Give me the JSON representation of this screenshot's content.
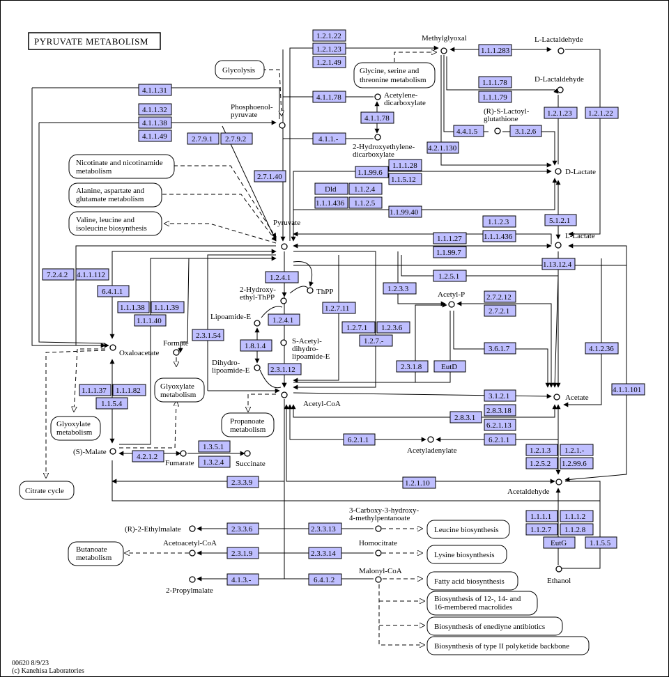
{
  "title": "PYRUVATE METABOLISM",
  "footer": {
    "line1": "00620 8/9/23",
    "line2": "(c) Kanehisa Laboratories"
  },
  "enzymes": {
    "e_1_2_1_22": "1.2.1.22",
    "e_1_2_1_23": "1.2.1.23",
    "e_1_2_1_49": "1.2.1.49",
    "e_1_1_1_283": "1.1.1.283",
    "e_1_1_1_78a": "1.1.1.78",
    "e_1_1_1_79": "1.1.1.79",
    "e_4_1_1_31": "4.1.1.31",
    "e_4_1_1_32": "4.1.1.32",
    "e_4_1_1_38": "4.1.1.38",
    "e_4_1_1_49": "4.1.1.49",
    "e_4_1_1_78a": "4.1.1.78",
    "e_4_1_1_78b": "4.1.1.78",
    "e_4_1_1_dash": "4.1.1.-",
    "e_2_7_9_1": "2.7.9.1",
    "e_2_7_9_2": "2.7.9.2",
    "e_2_7_1_40": "2.7.1.40",
    "e_4_2_1_130": "4.2.1.130",
    "e_4_4_1_5": "4.4.1.5",
    "e_3_1_2_6": "3.1.2.6",
    "e_1_2_1_23b": "1.2.1.23",
    "e_1_2_1_22b": "1.2.1.22",
    "e_1_1_1_28": "1.1.1.28",
    "e_1_1_99_6": "1.1.99.6",
    "e_1_1_5_12": "1.1.5.12",
    "e_dld": "Dld",
    "e_1_1_2_4": "1.1.2.4",
    "e_1_1_1_436a": "1.1.1.436",
    "e_1_1_2_5": "1.1.2.5",
    "e_1_1_99_40": "1.1.99.40",
    "e_1_1_2_3": "1.1.2.3",
    "e_1_1_1_436b": "1.1.1.436",
    "e_5_1_2_1": "5.1.2.1",
    "e_1_1_1_27": "1.1.1.27",
    "e_1_1_99_7": "1.1.99.7",
    "e_1_13_12_4": "1.13.12.4",
    "e_1_2_5_1": "1.2.5.1",
    "e_7_2_4_2": "7.2.4.2",
    "e_4_1_1_112": "4.1.1.112",
    "e_6_4_1_1": "6.4.1.1",
    "e_1_1_1_38": "1.1.1.38",
    "e_1_1_1_39": "1.1.1.39",
    "e_1_1_1_40": "1.1.1.40",
    "e_1_2_4_1a": "1.2.4.1",
    "e_1_2_4_1b": "1.2.4.1",
    "e_1_8_1_4": "1.8.1.4",
    "e_2_3_1_12": "2.3.1.12",
    "e_1_2_7_11": "1.2.7.11",
    "e_1_2_7_1": "1.2.7.1",
    "e_1_2_3_6": "1.2.3.6",
    "e_1_2_7_dash": "1.2.7.-",
    "e_1_2_3_3": "1.2.3.3",
    "e_2_7_2_12": "2.7.2.12",
    "e_2_7_2_1": "2.7.2.1",
    "e_3_6_1_7": "3.6.1.7",
    "e_2_3_1_8": "2.3.1.8",
    "e_eutd": "EutD",
    "e_2_3_1_54": "2.3.1.54",
    "e_1_1_1_37": "1.1.1.37",
    "e_1_1_1_82": "1.1.1.82",
    "e_1_1_5_4": "1.1.5.4",
    "e_4_1_2_36": "4.1.2.36",
    "e_4_1_1_101": "4.1.1.101",
    "e_3_1_2_1": "3.1.2.1",
    "e_2_8_3_18": "2.8.3.18",
    "e_2_8_3_1": "2.8.3.1",
    "e_6_2_1_13": "6.2.1.13",
    "e_6_2_1_1a": "6.2.1.1",
    "e_6_2_1_1b": "6.2.1.1",
    "e_1_3_5_1": "1.3.5.1",
    "e_1_3_2_4": "1.3.2.4",
    "e_4_2_1_2": "4.2.1.2",
    "e_2_3_3_9": "2.3.3.9",
    "e_1_2_1_3": "1.2.1.3",
    "e_1_2_1_dash": "1.2.1.-",
    "e_1_2_5_2": "1.2.5.2",
    "e_1_2_99_6": "1.2.99.6",
    "e_1_2_1_10": "1.2.1.10",
    "e_1_1_1_1": "1.1.1.1",
    "e_1_1_1_2": "1.1.1.2",
    "e_1_1_2_7": "1.1.2.7",
    "e_1_1_2_8": "1.1.2.8",
    "e_eutg": "EutG",
    "e_1_1_5_5": "1.1.5.5",
    "e_2_3_3_6": "2.3.3.6",
    "e_2_3_3_13": "2.3.3.13",
    "e_2_3_1_9": "2.3.1.9",
    "e_2_3_3_14": "2.3.3.14",
    "e_4_1_3_dash": "4.1.3.-",
    "e_6_4_1_2": "6.4.1.2"
  },
  "compounds": {
    "methylglyoxal": "Methylglyoxal",
    "l_lactaldehyde": "L-Lactaldehyde",
    "d_lactaldehyde": "D-Lactaldehyde",
    "acetylene_1": "Acetylene-",
    "acetylene_2": "dicarboxylate",
    "hydroxyethylene_1": "2-Hydroxyethylene-",
    "hydroxyethylene_2": "dicarboxylate",
    "phosphoenol_1": "Phosphoenol-",
    "phosphoenol_2": "pyruvate",
    "lactoyl_1": "(R)-S-Lactoyl-",
    "lactoyl_2": "glutathione",
    "d_lactate": "D-Lactate",
    "l_lactate": "L-Lactate",
    "pyruvate": "Pyruvate",
    "hydroxyethyl_1": "2-Hydroxy-",
    "hydroxyethyl_2": "ethyl-ThPP",
    "thpp": "ThPP",
    "lipoamide_e": "Lipoamide-E",
    "s_acetyl_1": "S-Acetyl-",
    "s_acetyl_2": "dihydro-",
    "s_acetyl_3": "lipoamide-E",
    "dihydro_1": "Dihydro-",
    "dihydro_2": "lipoamide-E",
    "acetyl_p": "Acetyl-P",
    "formate": "Formate",
    "oxaloacetate": "Oxaloacetate",
    "acetyl_coa": "Acetyl-CoA",
    "acetate": "Acetate",
    "acetyladenylate": "Acetyladenylate",
    "s_malate": "(S)-Malate",
    "fumarate": "Fumarate",
    "succinate": "Succinate",
    "acetaldehyde": "Acetaldehyde",
    "ethanol": "Ethanol",
    "ethylmalate": "(R)-2-Ethylmalate",
    "carboxy_1": "3-Carboxy-3-hydroxy-",
    "carboxy_2": "4-methylpentanoate",
    "acetoacetyl_coa": "Acetoacetyl-CoA",
    "homocitrate": "Homocitrate",
    "propylmalate": "2-Propylmalate",
    "malonyl_coa": "Malonyl-CoA"
  },
  "maps": {
    "glycolysis": "Glycolysis",
    "glycine_1": "Glycine, serine and",
    "glycine_2": "threonine metabolism",
    "nicotinate_1": "Nicotinate and nicotinamide",
    "nicotinate_2": "metabolism",
    "alanine_1": "Alanine, aspartate and",
    "alanine_2": "glutamate metabolism",
    "valine_1": "Valine, leucine and",
    "valine_2": "isoleucine biosynthesis",
    "glyoxylate_a1": "Glyoxylate",
    "glyoxylate_a2": "metabolism",
    "glyoxylate_b1": "Glyoxylate",
    "glyoxylate_b2": "metabolism",
    "propanoate_1": "Propanoate",
    "propanoate_2": "metabolism",
    "citrate": "Citrate cycle",
    "butanoate_1": "Butanoate",
    "butanoate_2": "metabolism",
    "leucine": "Leucine biosynthesis",
    "lysine": "Lysine biosynthesis",
    "fatty": "Fatty acid biosynthesis",
    "macrolides_1": "Biosynthesis of 12-, 14- and",
    "macrolides_2": "16-membered macrolides",
    "enediyne": "Biosynthesis of enediyne antibiotics",
    "polyketide": "Biosynthesis of type II polyketide backbone"
  }
}
